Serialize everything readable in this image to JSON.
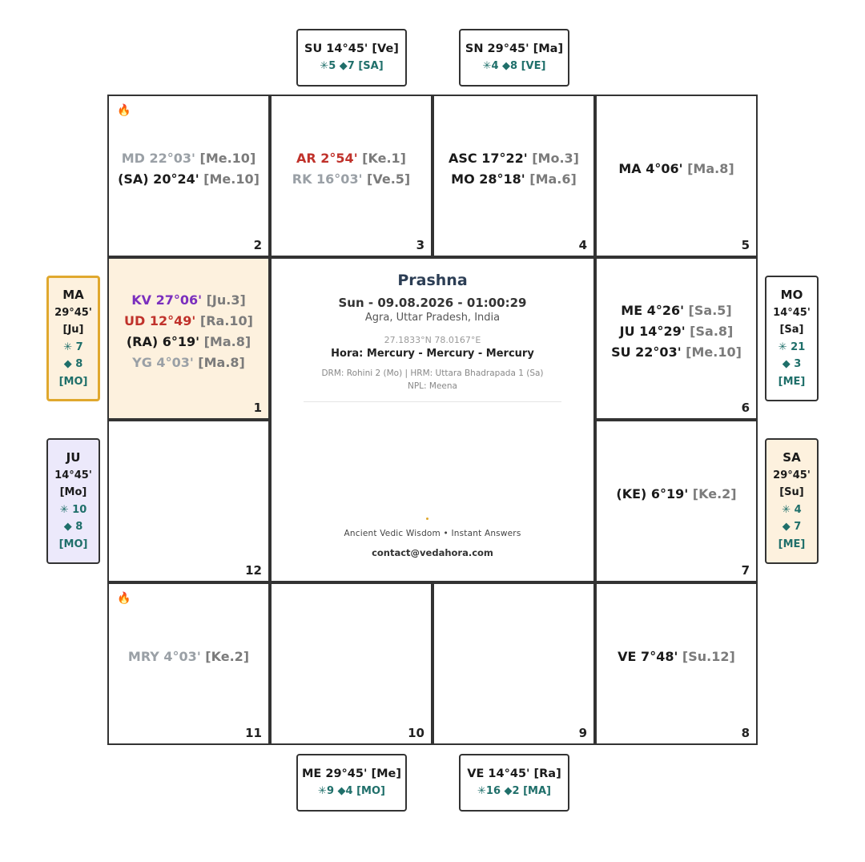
{
  "colors": {
    "highlight_bg": "#fdf1de",
    "purple": "#7b2fbe",
    "red": "#c0322b",
    "gray": "#9aa0a6",
    "black": "#1a1a1a",
    "teal": "#1f6f6a",
    "gold": "#e0a82e",
    "lavender": "#ece9fb"
  },
  "top_boxes": [
    {
      "title": "SU 14°45' [Ve]",
      "sub": "✳5 ◆7 [SA]"
    },
    {
      "title": "SN 29°45' [Ma]",
      "sub": "✳4 ◆8 [VE]"
    }
  ],
  "bottom_boxes": [
    {
      "title": "ME 29°45' [Me]",
      "sub": "✳9 ◆4 [MO]"
    },
    {
      "title": "VE 14°45' [Ra]",
      "sub": "✳16 ◆2 [MA]"
    }
  ],
  "left_boxes": [
    {
      "planet": "MA",
      "deg": "29°45'",
      "lord": "[Ju]",
      "star": "✳ 7",
      "diamond": "◆ 8",
      "tag": "[MO]"
    },
    {
      "planet": "JU",
      "deg": "14°45'",
      "lord": "[Mo]",
      "star": "✳ 10",
      "diamond": "◆ 8",
      "tag": "[MO]"
    }
  ],
  "right_boxes": [
    {
      "planet": "MO",
      "deg": "14°45'",
      "lord": "[Sa]",
      "star": "✳ 21",
      "diamond": "◆ 3",
      "tag": "[ME]"
    },
    {
      "planet": "SA",
      "deg": "29°45'",
      "lord": "[Su]",
      "star": "✳ 4",
      "diamond": "◆ 7",
      "tag": "[ME]"
    }
  ],
  "houses": {
    "h2": {
      "number": "2",
      "fire": "🔥",
      "lines": [
        {
          "main": "MD 22°03'",
          "sub": "[Me.10]",
          "color": "gray"
        },
        {
          "main": "(SA) 20°24'",
          "sub": "[Me.10]",
          "color": "black"
        }
      ]
    },
    "h3": {
      "number": "3",
      "lines": [
        {
          "main": "AR 2°54'",
          "sub": "[Ke.1]",
          "color": "red"
        },
        {
          "main": "RK 16°03'",
          "sub": "[Ve.5]",
          "color": "gray"
        }
      ]
    },
    "h4": {
      "number": "4",
      "lines": [
        {
          "main": "ASC 17°22'",
          "sub": "[Mo.3]",
          "color": "black"
        },
        {
          "main": "MO 28°18'",
          "sub": "[Ma.6]",
          "color": "black"
        }
      ]
    },
    "h5": {
      "number": "5",
      "lines": [
        {
          "main": "MA 4°06'",
          "sub": "[Ma.8]",
          "color": "black"
        }
      ]
    },
    "h1": {
      "number": "1",
      "lines": [
        {
          "main": "KV 27°06'",
          "sub": "[Ju.3]",
          "color": "purple"
        },
        {
          "main": "UD 12°49'",
          "sub": "[Ra.10]",
          "color": "red"
        },
        {
          "main": "(RA) 6°19'",
          "sub": "[Ma.8]",
          "color": "black"
        },
        {
          "main": "YG 4°03'",
          "sub": "[Ma.8]",
          "color": "gray"
        }
      ]
    },
    "h6": {
      "number": "6",
      "lines": [
        {
          "main": "ME 4°26'",
          "sub": "[Sa.5]",
          "color": "black"
        },
        {
          "main": "JU 14°29'",
          "sub": "[Sa.8]",
          "color": "black"
        },
        {
          "main": "SU 22°03'",
          "sub": "[Me.10]",
          "color": "black"
        }
      ]
    },
    "h12": {
      "number": "12",
      "lines": []
    },
    "h7": {
      "number": "7",
      "lines": [
        {
          "main": "(KE) 6°19'",
          "sub": "[Ke.2]",
          "color": "black"
        }
      ]
    },
    "h11": {
      "number": "11",
      "fire": "🔥",
      "lines": [
        {
          "main": "MRY 4°03'",
          "sub": "[Ke.2]",
          "color": "gray"
        }
      ]
    },
    "h10": {
      "number": "10",
      "lines": []
    },
    "h9": {
      "number": "9",
      "lines": []
    },
    "h8": {
      "number": "8",
      "lines": [
        {
          "main": "VE 7°48'",
          "sub": "[Su.12]",
          "color": "black"
        }
      ]
    }
  },
  "center": {
    "title": "Prashna",
    "datetime": "Sun - 09.08.2026 - 01:00:29",
    "location": "Agra, Uttar Pradesh, India",
    "coords": "27.1833°N 78.0167°E",
    "hora": "Hora: Mercury - Mercury - Mercury",
    "drm": "DRM: Rohini 2 (Mo) | HRM: Uttara Bhadrapada 1 (Sa)",
    "npl": "NPL: Meena",
    "tagline": "Ancient Vedic Wisdom • Instant Answers",
    "email": "contact@vedahora.com"
  }
}
